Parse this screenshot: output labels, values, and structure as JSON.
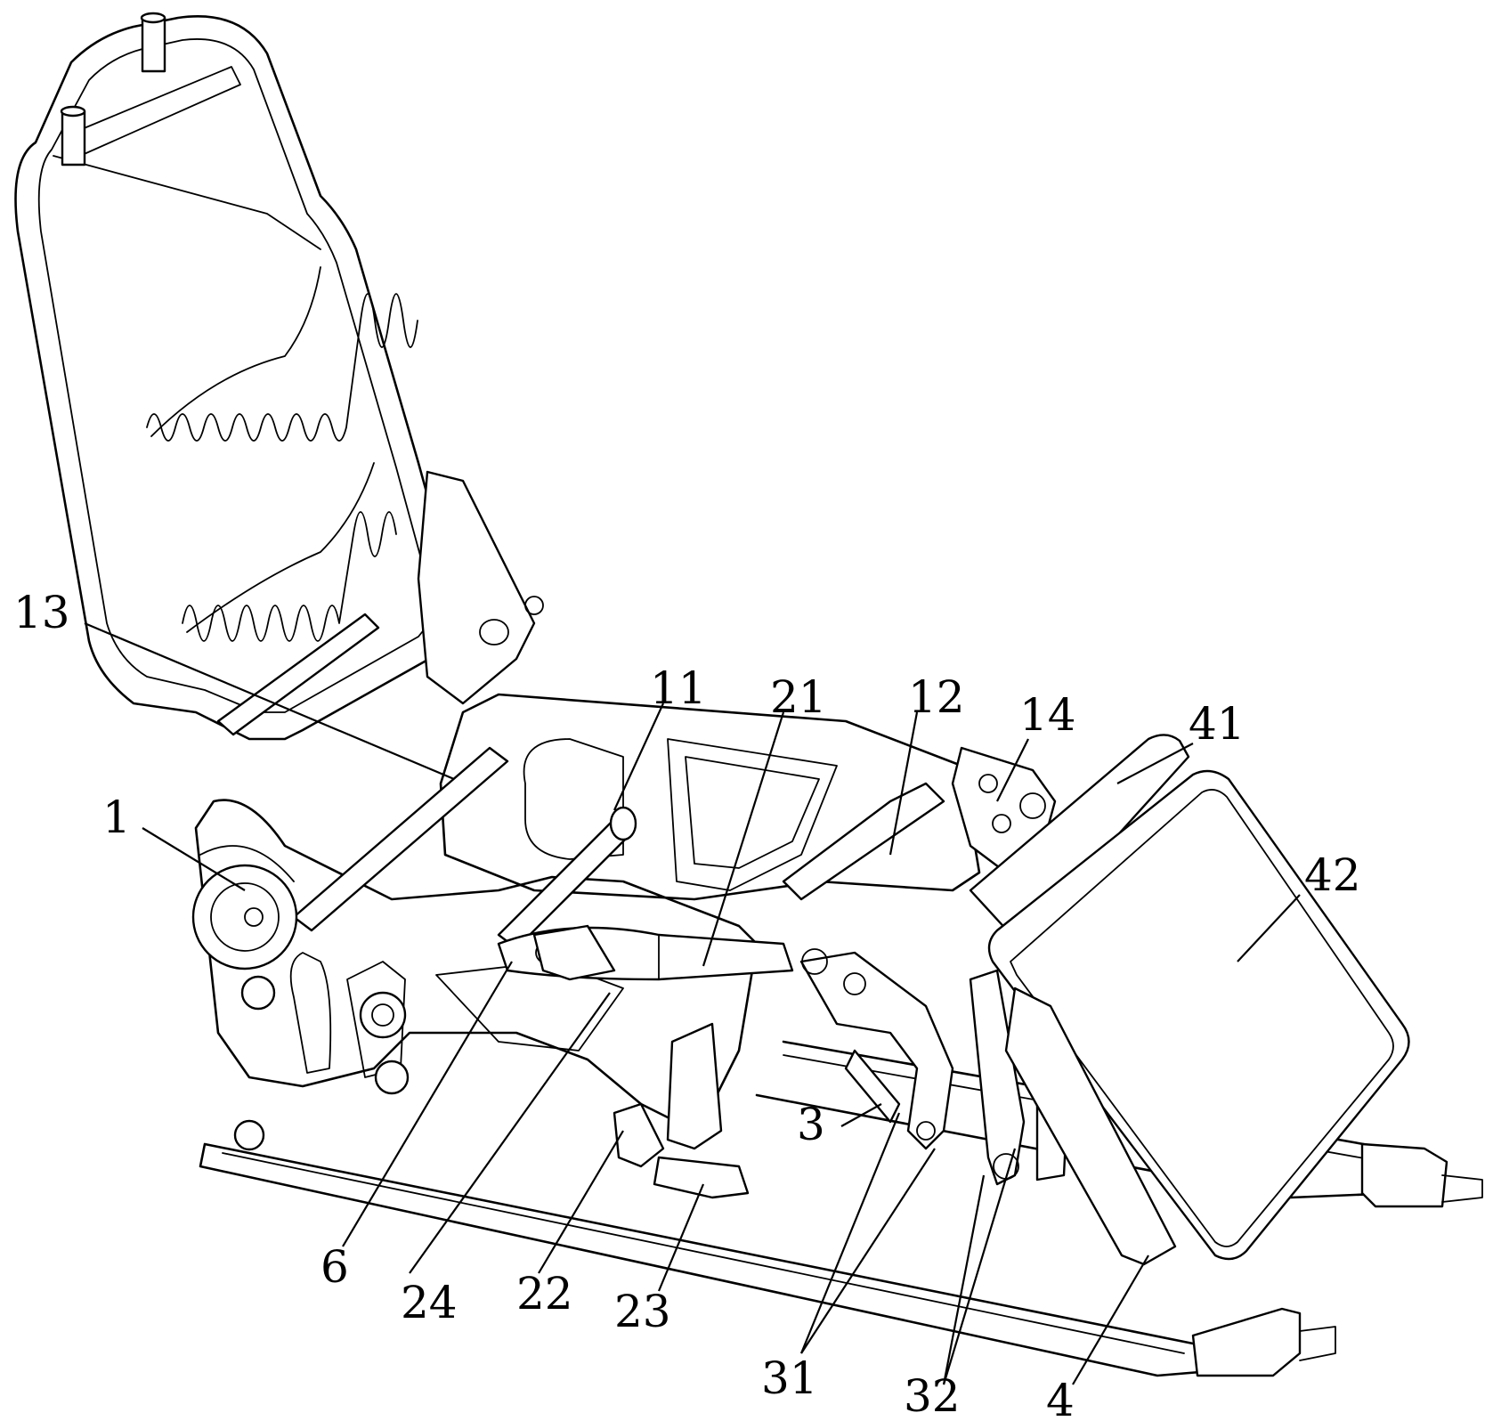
{
  "labels": {
    "l1": "1",
    "l13": "13",
    "l11": "11",
    "l21": "21",
    "l12": "12",
    "l14": "14",
    "l41": "41",
    "l42": "42",
    "l3": "3",
    "l6": "6",
    "l24": "24",
    "l22": "22",
    "l23": "23",
    "l31": "31",
    "l32": "32",
    "l4": "4"
  }
}
